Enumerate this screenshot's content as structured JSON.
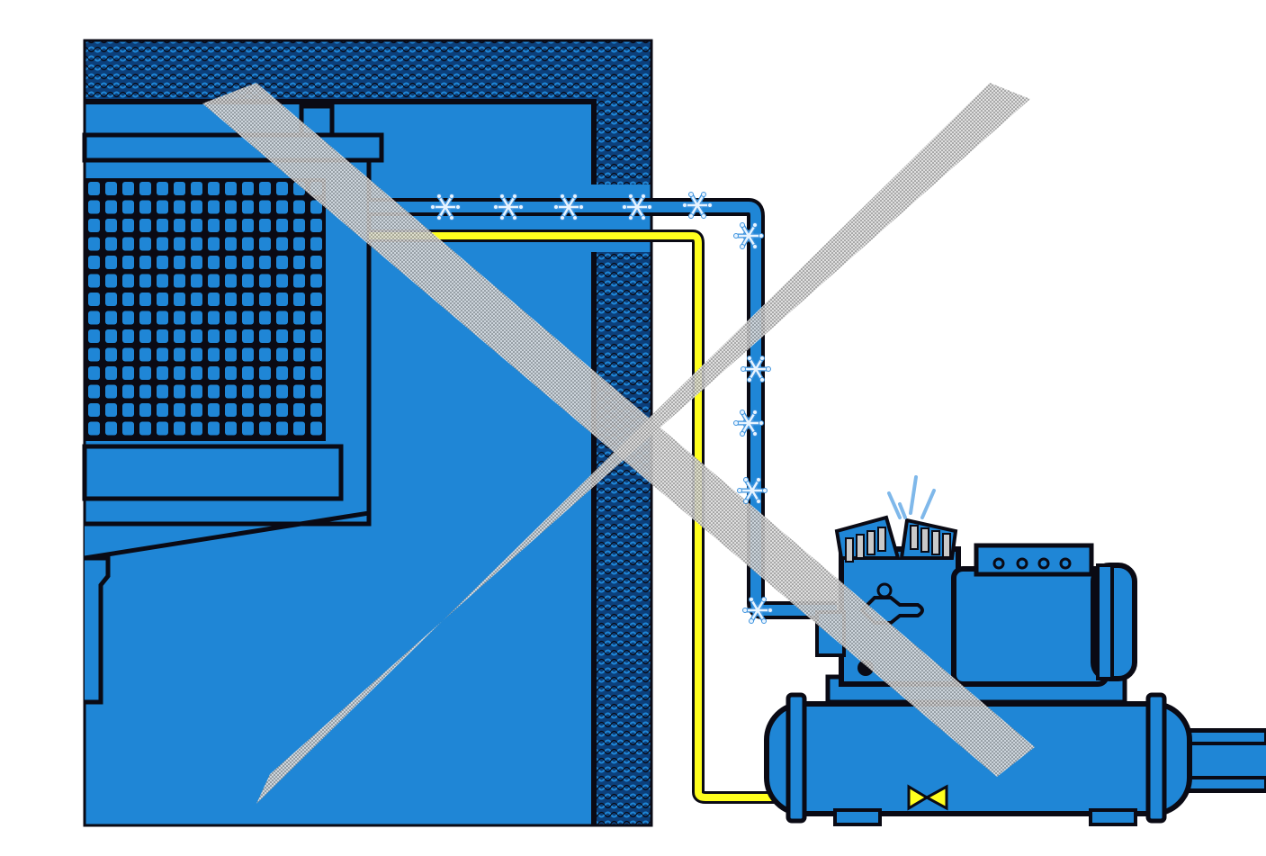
{
  "diagram": {
    "kind": "refrigeration-system-illustration",
    "labels": [],
    "colors": {
      "background": "#ffffff",
      "room_blue": "#1f86d6",
      "insulation_dark": "#0c3f7a",
      "outline": "#0a0a14",
      "liquid_line": "#ffff1e",
      "suction_line": "#1f86d6",
      "frost": "#dceefd",
      "frost_outline": "#3d93de",
      "cross_fill": "#d9d9d9",
      "cross_dots": "#5a5a5a",
      "compressor_blue": "#1f86d6",
      "fin_gray": "#c9c9c9"
    },
    "components": [
      {
        "id": "cold-room",
        "icon": "insulated-room"
      },
      {
        "id": "evaporator",
        "icon": "finned-coil"
      },
      {
        "id": "suction-line",
        "icon": "pipe-frosted"
      },
      {
        "id": "liquid-line",
        "icon": "pipe-yellow"
      },
      {
        "id": "expansion-valve",
        "icon": "valve-symbol"
      },
      {
        "id": "compressor",
        "icon": "compressor-unit"
      },
      {
        "id": "receiver",
        "icon": "horizontal-tank"
      },
      {
        "id": "cross-mark",
        "icon": "big-x"
      }
    ]
  }
}
